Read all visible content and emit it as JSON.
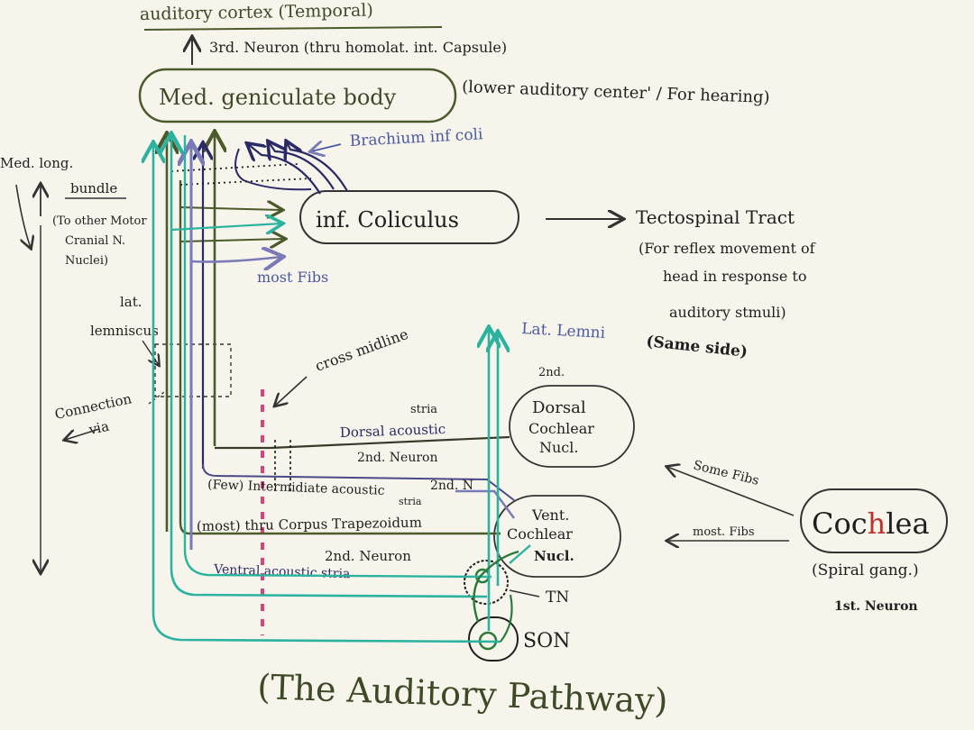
{
  "colors": {
    "olive": "#4a5a2a",
    "navy": "#2a2a66",
    "violet": "#7a7ab8",
    "teal": "#2bb3a0",
    "pink": "#e0407a",
    "ink": "#1f1f1f"
  },
  "labels": {
    "auditory_cortex": "auditory cortex (Temporal)",
    "third_neuron": "3rd. Neuron (thru homolat. int. Capsule)",
    "med_geniculate": "Med. geniculate body",
    "lower_center": "(lower auditory center' / For hearing)",
    "brachium": "Brachium inf coli",
    "med_long_1": "Med. long.",
    "med_long_2": "bundle",
    "motor_1": "(To other Motor",
    "motor_2": "Cranial N.",
    "motor_3": "Nuclei)",
    "inf_coliculus": "inf. Coliculus",
    "tectospinal": "Tectospinal Tract",
    "reflex_1": "(For reflex movement of",
    "reflex_2": "head in response to",
    "reflex_3": "auditory stmuli)",
    "most_fibs_top": "most Fibs",
    "lat_lemniscus_1": "lat.",
    "lat_lemniscus_2": "lemniscus",
    "cross_midline": "cross midline",
    "lat_lemni_same": "Lat. Lemni",
    "same_side": "(Same side)",
    "second_top": "2nd.",
    "connection_1": "Connection",
    "connection_2": "via",
    "stria": "stria",
    "dorsal_acoustic": "Dorsal acoustic",
    "dorsal_nucl_1": "Dorsal",
    "dorsal_nucl_2": "Cochlear",
    "dorsal_nucl_3": "Nucl.",
    "second_neuron_1": "2nd. Neuron",
    "intermediate": "(Few) Intermidiate acoustic",
    "intermediate_stria": "stria",
    "second_n": "2nd. N",
    "some_fibs": "Some Fibs",
    "vent_nucl_1": "Vent.",
    "vent_nucl_2": "Cochlear",
    "vent_nucl_3": "Nucl.",
    "trapezoid": "(most) thru Corpus Trapezoidum",
    "most_fibs_right": "most. Fibs",
    "cochlea_a": "Coc",
    "cochlea_b": "h",
    "cochlea_c": "lea",
    "spiral": "(Spiral gang.)",
    "first_neuron": "1st. Neuron",
    "second_neuron_2": "2nd. Neuron",
    "ventral_stria": "Ventral acoustic stria",
    "tn": "TN",
    "son": "SON",
    "caption": "(The Auditory Pathway)"
  }
}
